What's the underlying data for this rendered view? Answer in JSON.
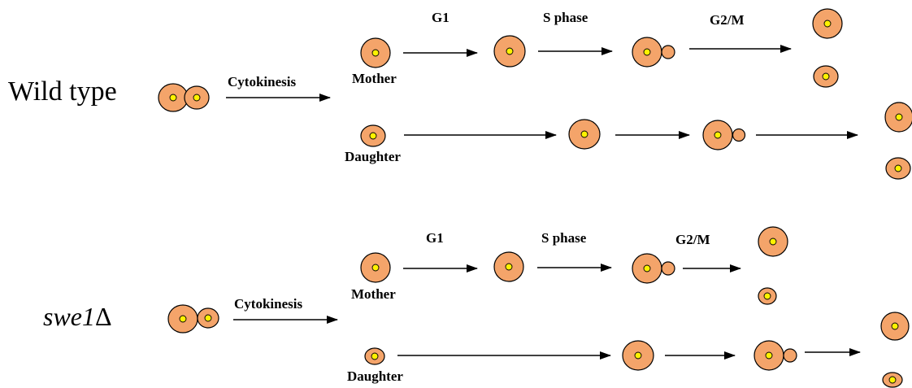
{
  "colors": {
    "cell": "#F4A46A",
    "nucleus": "#FFF200",
    "line": "#000000"
  },
  "wild_type": {
    "title": "Wild type",
    "cytokinesis": "Cytokinesis",
    "mother": "Mother",
    "daughter": "Daughter",
    "phase_g1": "G1",
    "phase_s": "S phase",
    "phase_g2m": "G2/M"
  },
  "swe1": {
    "title_main": "swe1",
    "title_symbol": "Δ",
    "cytokinesis": "Cytokinesis",
    "mother": "Mother",
    "daughter": "Daughter",
    "phase_g1": "G1",
    "phase_s": "S phase",
    "phase_g2m": "G2/M"
  }
}
